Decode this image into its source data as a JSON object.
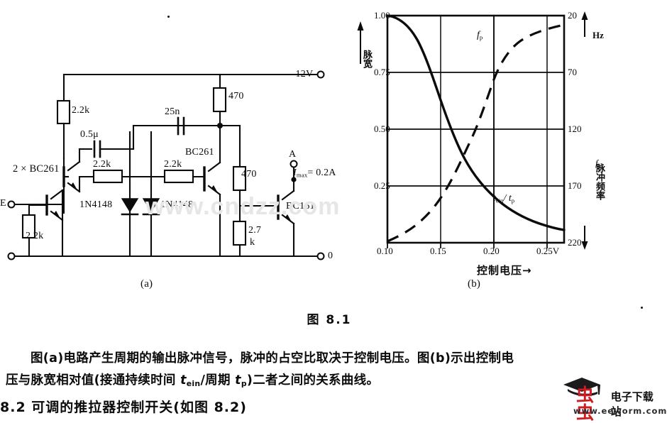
{
  "figure": {
    "caption": "图 8.1",
    "sub_caption_a": "(a)",
    "sub_caption_b": "(b)"
  },
  "circuit": {
    "supply_label": "- 12V",
    "ground_label": "0",
    "input_terminal": "E",
    "output_terminal": "A",
    "current_limit": "I",
    "current_limit_sub": "max",
    "current_limit_value": "= 0.2A",
    "transistors": {
      "pair": "2 × BC261",
      "driver": "BC261",
      "output": "BC161"
    },
    "diodes": {
      "d1": "1N4148",
      "d2": "1N4148"
    },
    "resistors": {
      "r1": "2.2k",
      "r2": "2.2k",
      "r3": "2.2k",
      "r4": "2.2k",
      "r5": "470",
      "r6": "470",
      "r7": "2.7",
      "r7_unit": "k"
    },
    "capacitors": {
      "c1": "0.5μ",
      "c2": "25n"
    }
  },
  "chart_data": {
    "type": "line",
    "title": "",
    "xlabel": "控制电压",
    "xlabel_arrow": "→",
    "xlim": [
      0.1,
      0.265
    ],
    "xticks": [
      0.1,
      0.15,
      0.2,
      0.25
    ],
    "xticklabels": [
      "0.10",
      "0.15",
      "0.20",
      "0.25V"
    ],
    "ylabel_left": "脉宽",
    "ylim_left": [
      0.0,
      1.0
    ],
    "yticks_left": [
      0.25,
      0.5,
      0.75,
      1.0
    ],
    "yticklabels_left": [
      "0.25",
      "0.50",
      "0.75",
      "1.00"
    ],
    "ylabel_right": "脉冲频率",
    "ylabel_right_symbol": "f",
    "ylabel_right_symbol_sub": "p",
    "ylim_right": [
      220,
      20
    ],
    "yticks_right": [
      20,
      70,
      120,
      170,
      220
    ],
    "yticklabels_right": [
      "20",
      "70",
      "120",
      "170",
      "220"
    ],
    "right_unit": "Hz",
    "grid": true,
    "legend_position": "inline-annotation",
    "series": [
      {
        "name": "t_ein/t_p",
        "annotation": "t",
        "annotation_sub1": "ein",
        "annotation_div": "/ t",
        "annotation_sub2": "p",
        "style": "solid",
        "axis": "left",
        "x": [
          0.1,
          0.11,
          0.12,
          0.13,
          0.14,
          0.15,
          0.16,
          0.17,
          0.175,
          0.18,
          0.19,
          0.2,
          0.21,
          0.22,
          0.23,
          0.24,
          0.25,
          0.262
        ],
        "y": [
          1.0,
          0.99,
          0.97,
          0.935,
          0.88,
          0.8,
          0.69,
          0.545,
          0.47,
          0.395,
          0.275,
          0.19,
          0.135,
          0.098,
          0.072,
          0.055,
          0.045,
          0.04
        ]
      },
      {
        "name": "f_p",
        "annotation": "f",
        "annotation_sub1": "p",
        "style": "dashed",
        "axis": "right",
        "x": [
          0.1,
          0.11,
          0.12,
          0.13,
          0.14,
          0.15,
          0.16,
          0.17,
          0.18,
          0.19,
          0.195,
          0.2,
          0.21,
          0.22,
          0.23,
          0.24,
          0.25,
          0.262
        ],
        "y": [
          220.0,
          215.0,
          209.0,
          202.0,
          193.0,
          181.0,
          163.0,
          141.0,
          118.0,
          92.0,
          80.0,
          62.0,
          44.0,
          37.0,
          32.0,
          28.0,
          25.5,
          24.0
        ]
      }
    ]
  },
  "text": {
    "paragraph_line1": "图(a)电路产生周期的输出脉冲信号，脉冲的占空比取决于控制电压。图(b)示出控制电",
    "paragraph_line2_a": "压与脉宽相对值(接通持续时间 ",
    "paragraph_line2_sym1": "t",
    "paragraph_line2_sub1": "ein",
    "paragraph_line2_b": "/周期 ",
    "paragraph_line2_sym2": "t",
    "paragraph_line2_sub2": "p",
    "paragraph_line2_c": ")二者之间的关系曲线。",
    "cut_off_line": "8.2  可调的推拉器控制开关(如图 8.2)"
  },
  "watermarks": {
    "center": "www.cndzz.com",
    "logo_bugs": "虫虫",
    "logo_name": "电子下载站",
    "logo_url": "www.eeworm.com"
  },
  "colors": {
    "ink": "#0b0b0b",
    "logo_red": "#cf1b22",
    "watermark_grey": "#e6e6e6",
    "paper": "#ffffff"
  }
}
